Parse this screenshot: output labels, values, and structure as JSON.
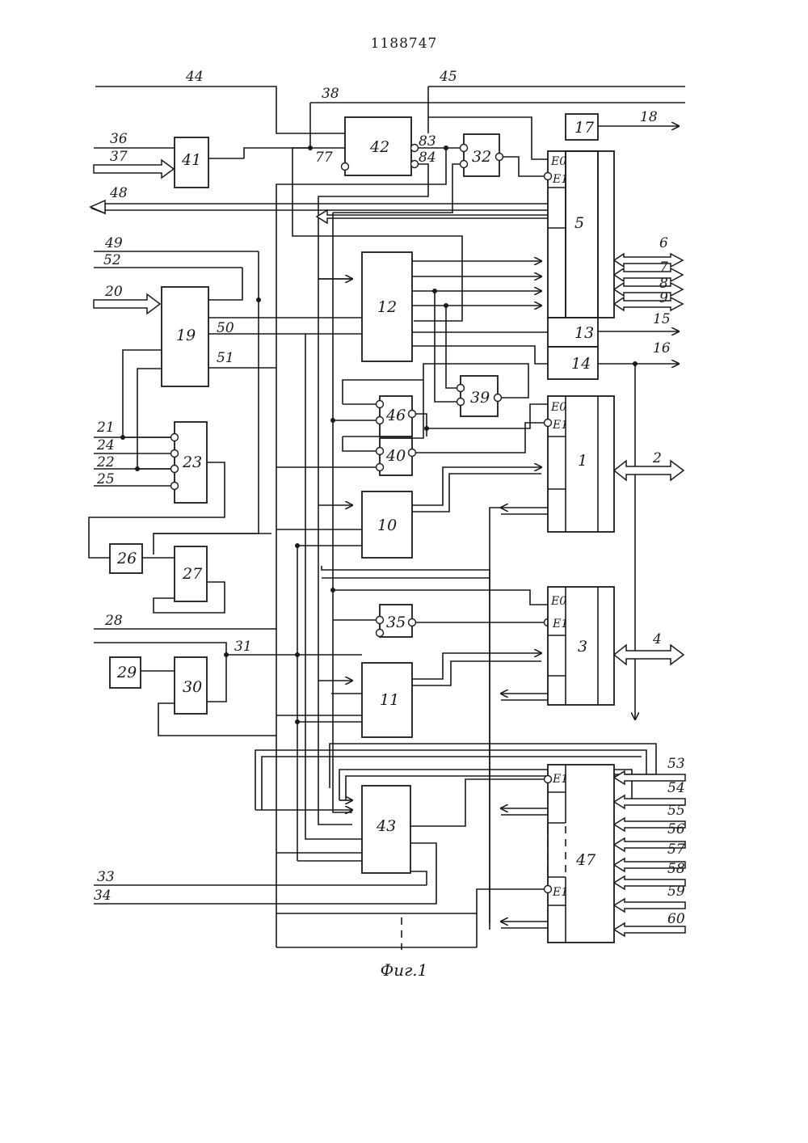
{
  "patent_number": "1188747",
  "caption": "Фиг.1",
  "blocks": [
    {
      "id": "b1",
      "label": "1"
    },
    {
      "id": "b3",
      "label": "3"
    },
    {
      "id": "b5",
      "label": "5"
    },
    {
      "id": "b10",
      "label": "10"
    },
    {
      "id": "b11",
      "label": "11"
    },
    {
      "id": "b12",
      "label": "12"
    },
    {
      "id": "b13",
      "label": "13"
    },
    {
      "id": "b14",
      "label": "14"
    },
    {
      "id": "b17",
      "label": "17"
    },
    {
      "id": "b19",
      "label": "19"
    },
    {
      "id": "b23",
      "label": "23"
    },
    {
      "id": "b26",
      "label": "26"
    },
    {
      "id": "b27",
      "label": "27"
    },
    {
      "id": "b29",
      "label": "29"
    },
    {
      "id": "b30",
      "label": "30"
    },
    {
      "id": "b32",
      "label": "32"
    },
    {
      "id": "b35",
      "label": "35"
    },
    {
      "id": "b39",
      "label": "39"
    },
    {
      "id": "b40",
      "label": "40"
    },
    {
      "id": "b41",
      "label": "41"
    },
    {
      "id": "b42",
      "label": "42"
    },
    {
      "id": "b43",
      "label": "43"
    },
    {
      "id": "b46",
      "label": "46"
    },
    {
      "id": "b47",
      "label": "47"
    }
  ],
  "line_labels": [
    "2",
    "4",
    "6",
    "7",
    "8",
    "9",
    "15",
    "16",
    "18",
    "20",
    "21",
    "22",
    "24",
    "25",
    "28",
    "31",
    "33",
    "34",
    "36",
    "37",
    "38",
    "44",
    "45",
    "48",
    "49",
    "50",
    "51",
    "52",
    "53",
    "54",
    "55",
    "56",
    "57",
    "58",
    "59",
    "60",
    "77",
    "83",
    "84"
  ],
  "enable_labels": {
    "e0": "E0",
    "e1": "E1"
  }
}
